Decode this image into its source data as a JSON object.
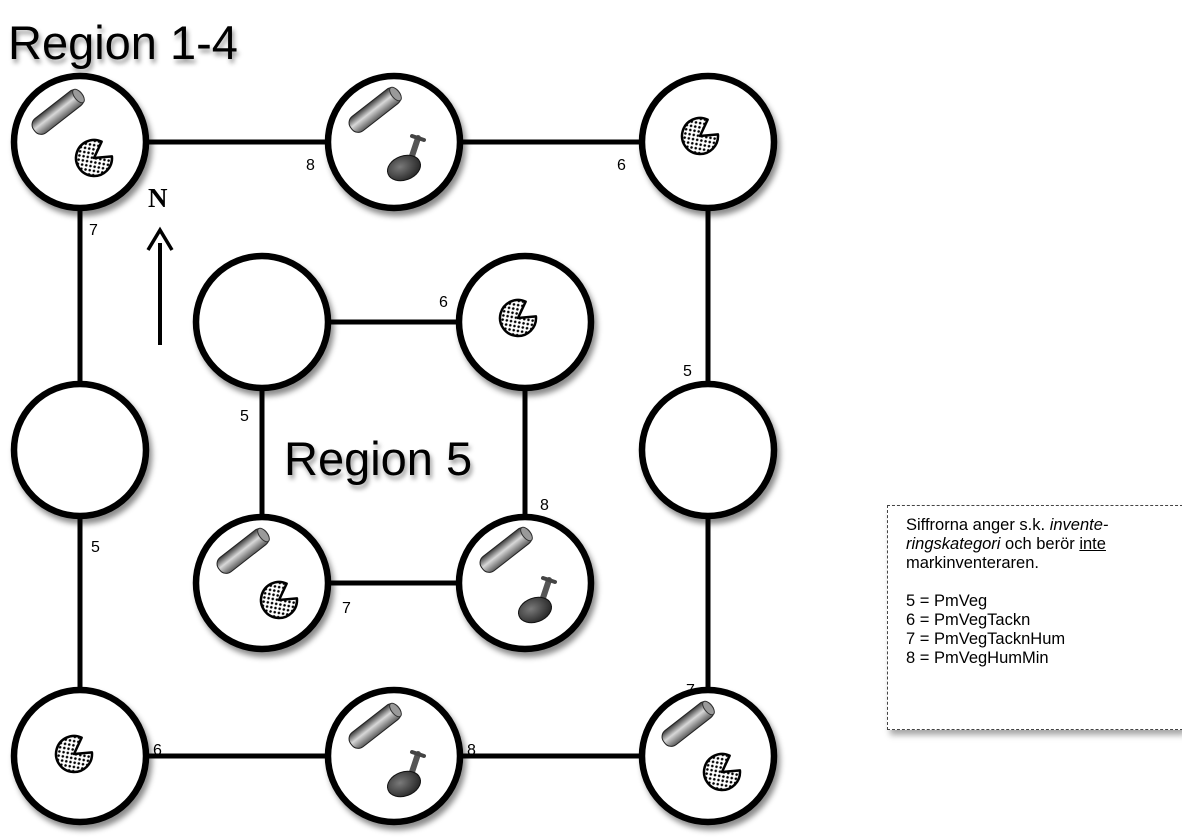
{
  "titles": {
    "outer_region": "Region 1-4",
    "inner_region": "Region 5"
  },
  "compass": {
    "label": "N"
  },
  "edge_numbers": {
    "outer_top_left": "8",
    "outer_top_right": "6",
    "outer_left_top": "7",
    "outer_left_bottom": "5",
    "outer_right_top": "5",
    "outer_right_bottom": "7",
    "outer_bottom_left": "6",
    "outer_bottom_right": "8",
    "inner_top": "6",
    "inner_left": "5",
    "inner_right": "8",
    "inner_bottom": "7"
  },
  "plots": [
    {
      "id": "outer-top-left",
      "symbols": [
        "pipe-icon",
        "pie-icon"
      ]
    },
    {
      "id": "outer-top-middle",
      "symbols": [
        "pipe-icon",
        "shovel-icon"
      ]
    },
    {
      "id": "outer-top-right",
      "symbols": [
        "pie-icon"
      ]
    },
    {
      "id": "outer-middle-left",
      "symbols": []
    },
    {
      "id": "outer-middle-right",
      "symbols": []
    },
    {
      "id": "outer-bottom-left",
      "symbols": [
        "pie-icon"
      ]
    },
    {
      "id": "outer-bottom-middle",
      "symbols": [
        "pipe-icon",
        "shovel-icon"
      ]
    },
    {
      "id": "outer-bottom-right",
      "symbols": [
        "pipe-icon",
        "pie-icon"
      ]
    },
    {
      "id": "inner-top-left",
      "symbols": []
    },
    {
      "id": "inner-top-right",
      "symbols": [
        "pie-icon"
      ]
    },
    {
      "id": "inner-bottom-left",
      "symbols": [
        "pipe-icon",
        "pie-icon"
      ]
    },
    {
      "id": "inner-bottom-right",
      "symbols": [
        "pipe-icon",
        "shovel-icon"
      ]
    }
  ],
  "legend": {
    "text_before": "Siffrorna anger s.k. ",
    "text_italic": "invente-ringskategori",
    "text_middle": " och berör ",
    "text_underline": "inte",
    "text_after": " markinventeraren.",
    "items": [
      "5 = PmVeg",
      "6 = PmVegTackn",
      "7 = PmVegTacknHum",
      "8 = PmVegHumMin"
    ]
  },
  "colors": {
    "line": "#000000",
    "background": "#ffffff",
    "pipe_gradient": [
      "#3a3a3a",
      "#d8d8d8",
      "#5a5a5a"
    ],
    "shovel_blade": "#2f2f2f"
  }
}
